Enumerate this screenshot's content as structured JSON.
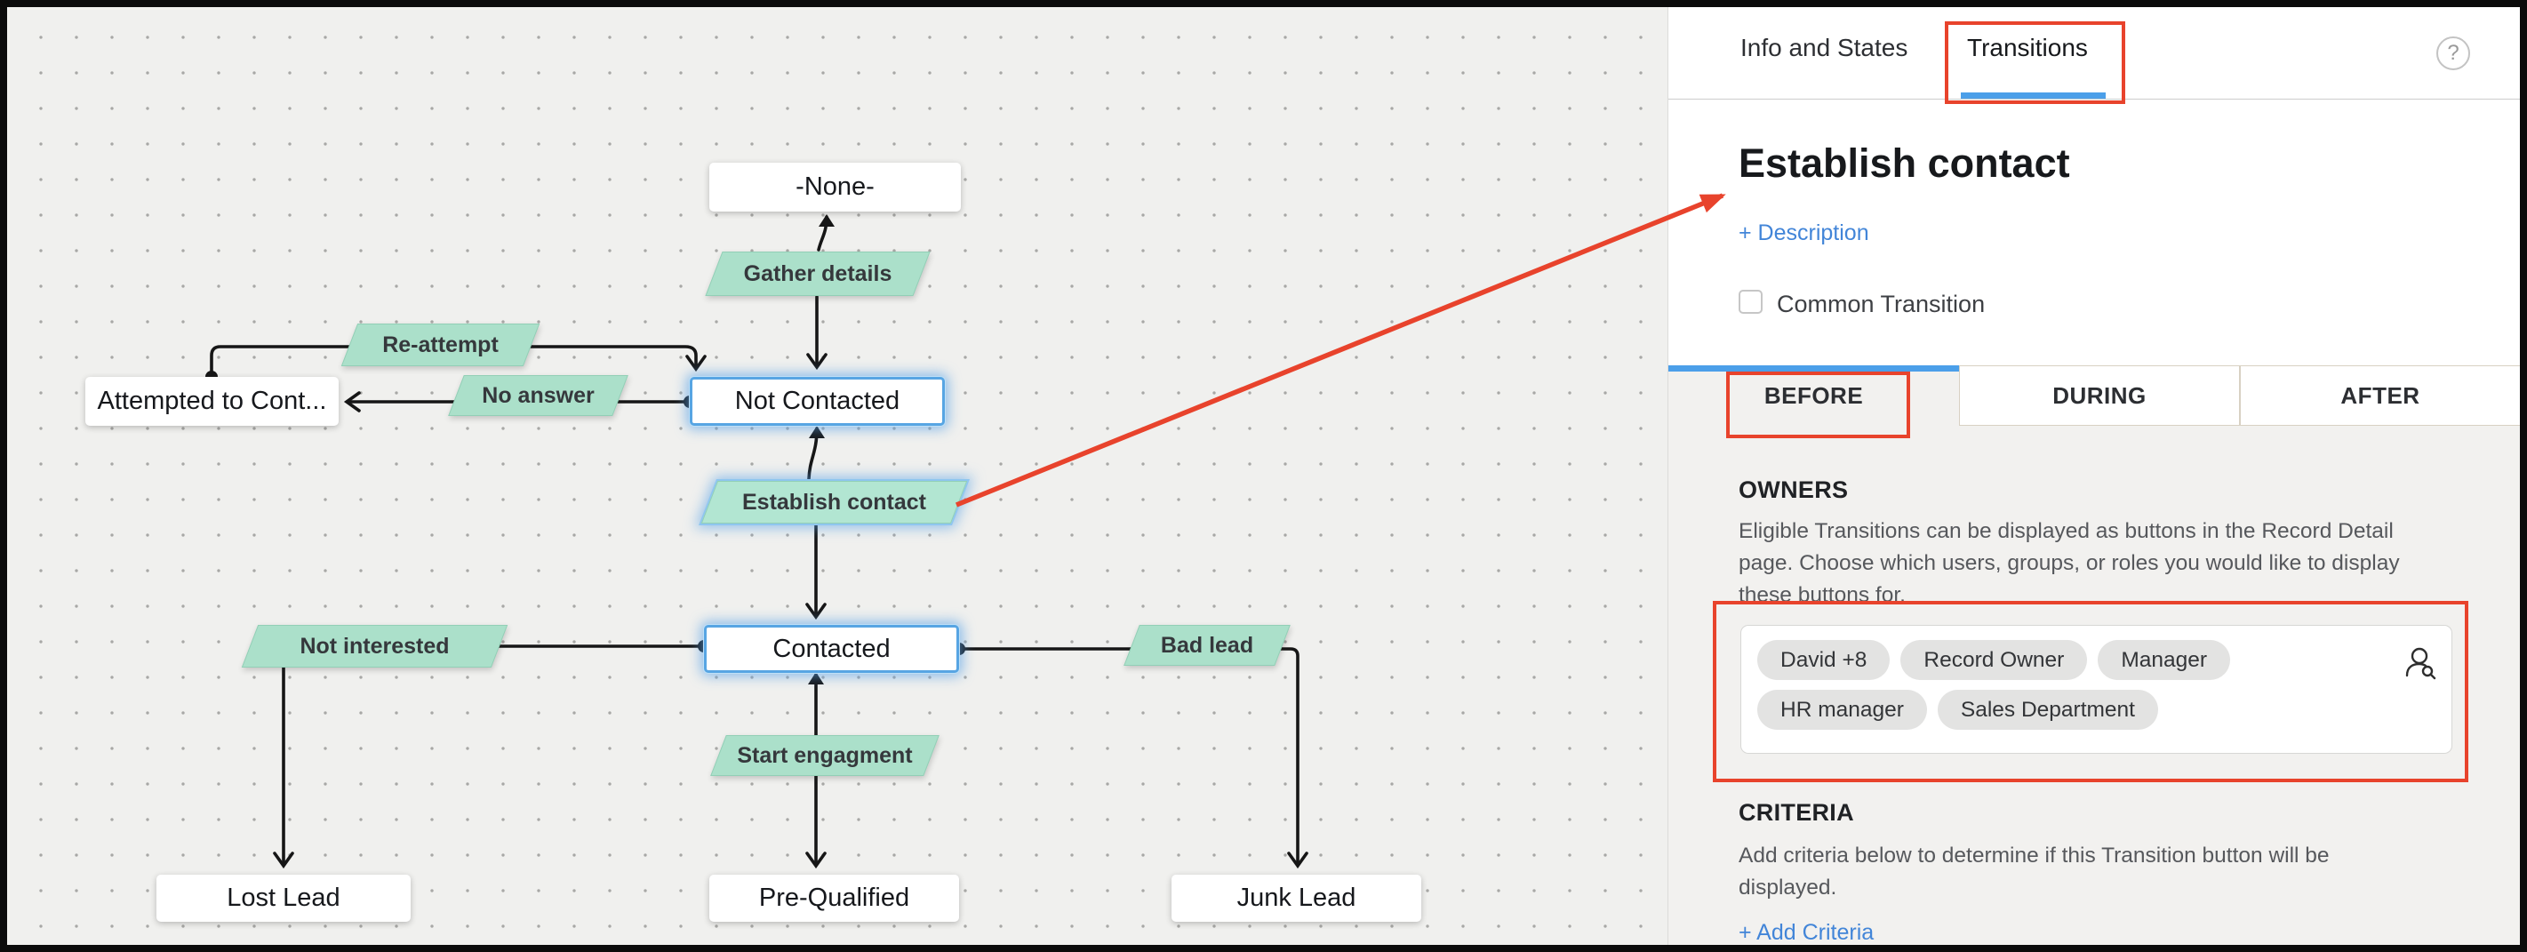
{
  "flowchart": {
    "states": [
      {
        "label": "-None-"
      },
      {
        "label": "Not Contacted"
      },
      {
        "label": "Attempted to Cont..."
      },
      {
        "label": "Contacted"
      },
      {
        "label": "Lost Lead"
      },
      {
        "label": "Pre-Qualified"
      },
      {
        "label": "Junk Lead"
      }
    ],
    "transitions": [
      {
        "label": "Gather details"
      },
      {
        "label": "Re-attempt"
      },
      {
        "label": "No answer"
      },
      {
        "label": "Establish contact"
      },
      {
        "label": "Not interested"
      },
      {
        "label": "Bad lead"
      },
      {
        "label": "Start engagment"
      }
    ]
  },
  "panel": {
    "tabs": {
      "info": "Info and States",
      "transitions": "Transitions"
    },
    "help_label": "?",
    "title": "Establish contact",
    "description_link": "+ Description",
    "common_transition_label": "Common Transition",
    "phase_tabs": {
      "before": "BEFORE",
      "during": "DURING",
      "after": "AFTER"
    },
    "owners": {
      "heading": "OWNERS",
      "description": "Eligible Transitions can be displayed as buttons in the Record Detail\npage. Choose which users, groups, or roles you would like to display\nthese buttons for.",
      "chips": [
        "David +8",
        "Record Owner",
        "Manager",
        "HR manager",
        "Sales Department"
      ]
    },
    "criteria": {
      "heading": "CRITERIA",
      "description": "Add criteria below to determine if this Transition button will be\ndisplayed.",
      "add_link": "+ Add Criteria"
    }
  },
  "colors": {
    "accent_blue": "#4b9fe9",
    "annotation_red": "#e8432c",
    "transition_green": "#abe0ca",
    "link_blue": "#4285d8"
  }
}
